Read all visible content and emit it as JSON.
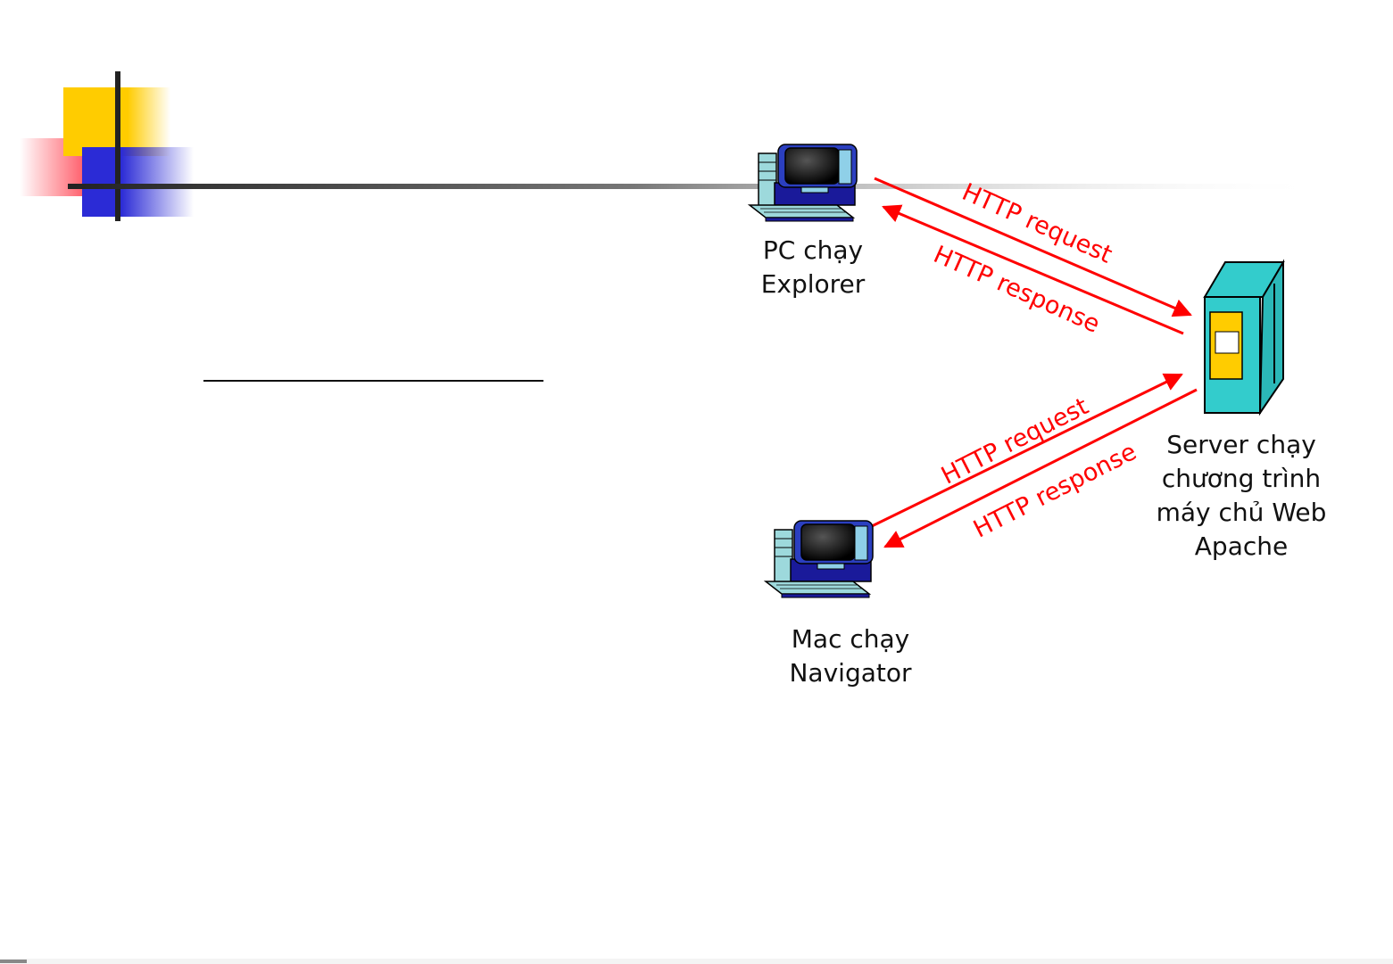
{
  "diagram": {
    "nodes": {
      "pc": {
        "line1": "PC chạy",
        "line2": "Explorer"
      },
      "mac": {
        "line1": "Mac chạy",
        "line2": "Navigator"
      },
      "server": {
        "line1": "Server chạy",
        "line2": "chương trình",
        "line3": "máy chủ Web",
        "line4": "Apache"
      }
    },
    "arrows": {
      "pc_request": "HTTP request",
      "pc_response": "HTTP response",
      "mac_request": "HTTP request",
      "mac_response": "HTTP response"
    }
  },
  "colors": {
    "arrow": "#ff0000",
    "accent_yellow": "#ffcc00",
    "accent_blue": "#2b2bd6",
    "accent_red": "#ff3344",
    "server_body": "#33cccc"
  }
}
